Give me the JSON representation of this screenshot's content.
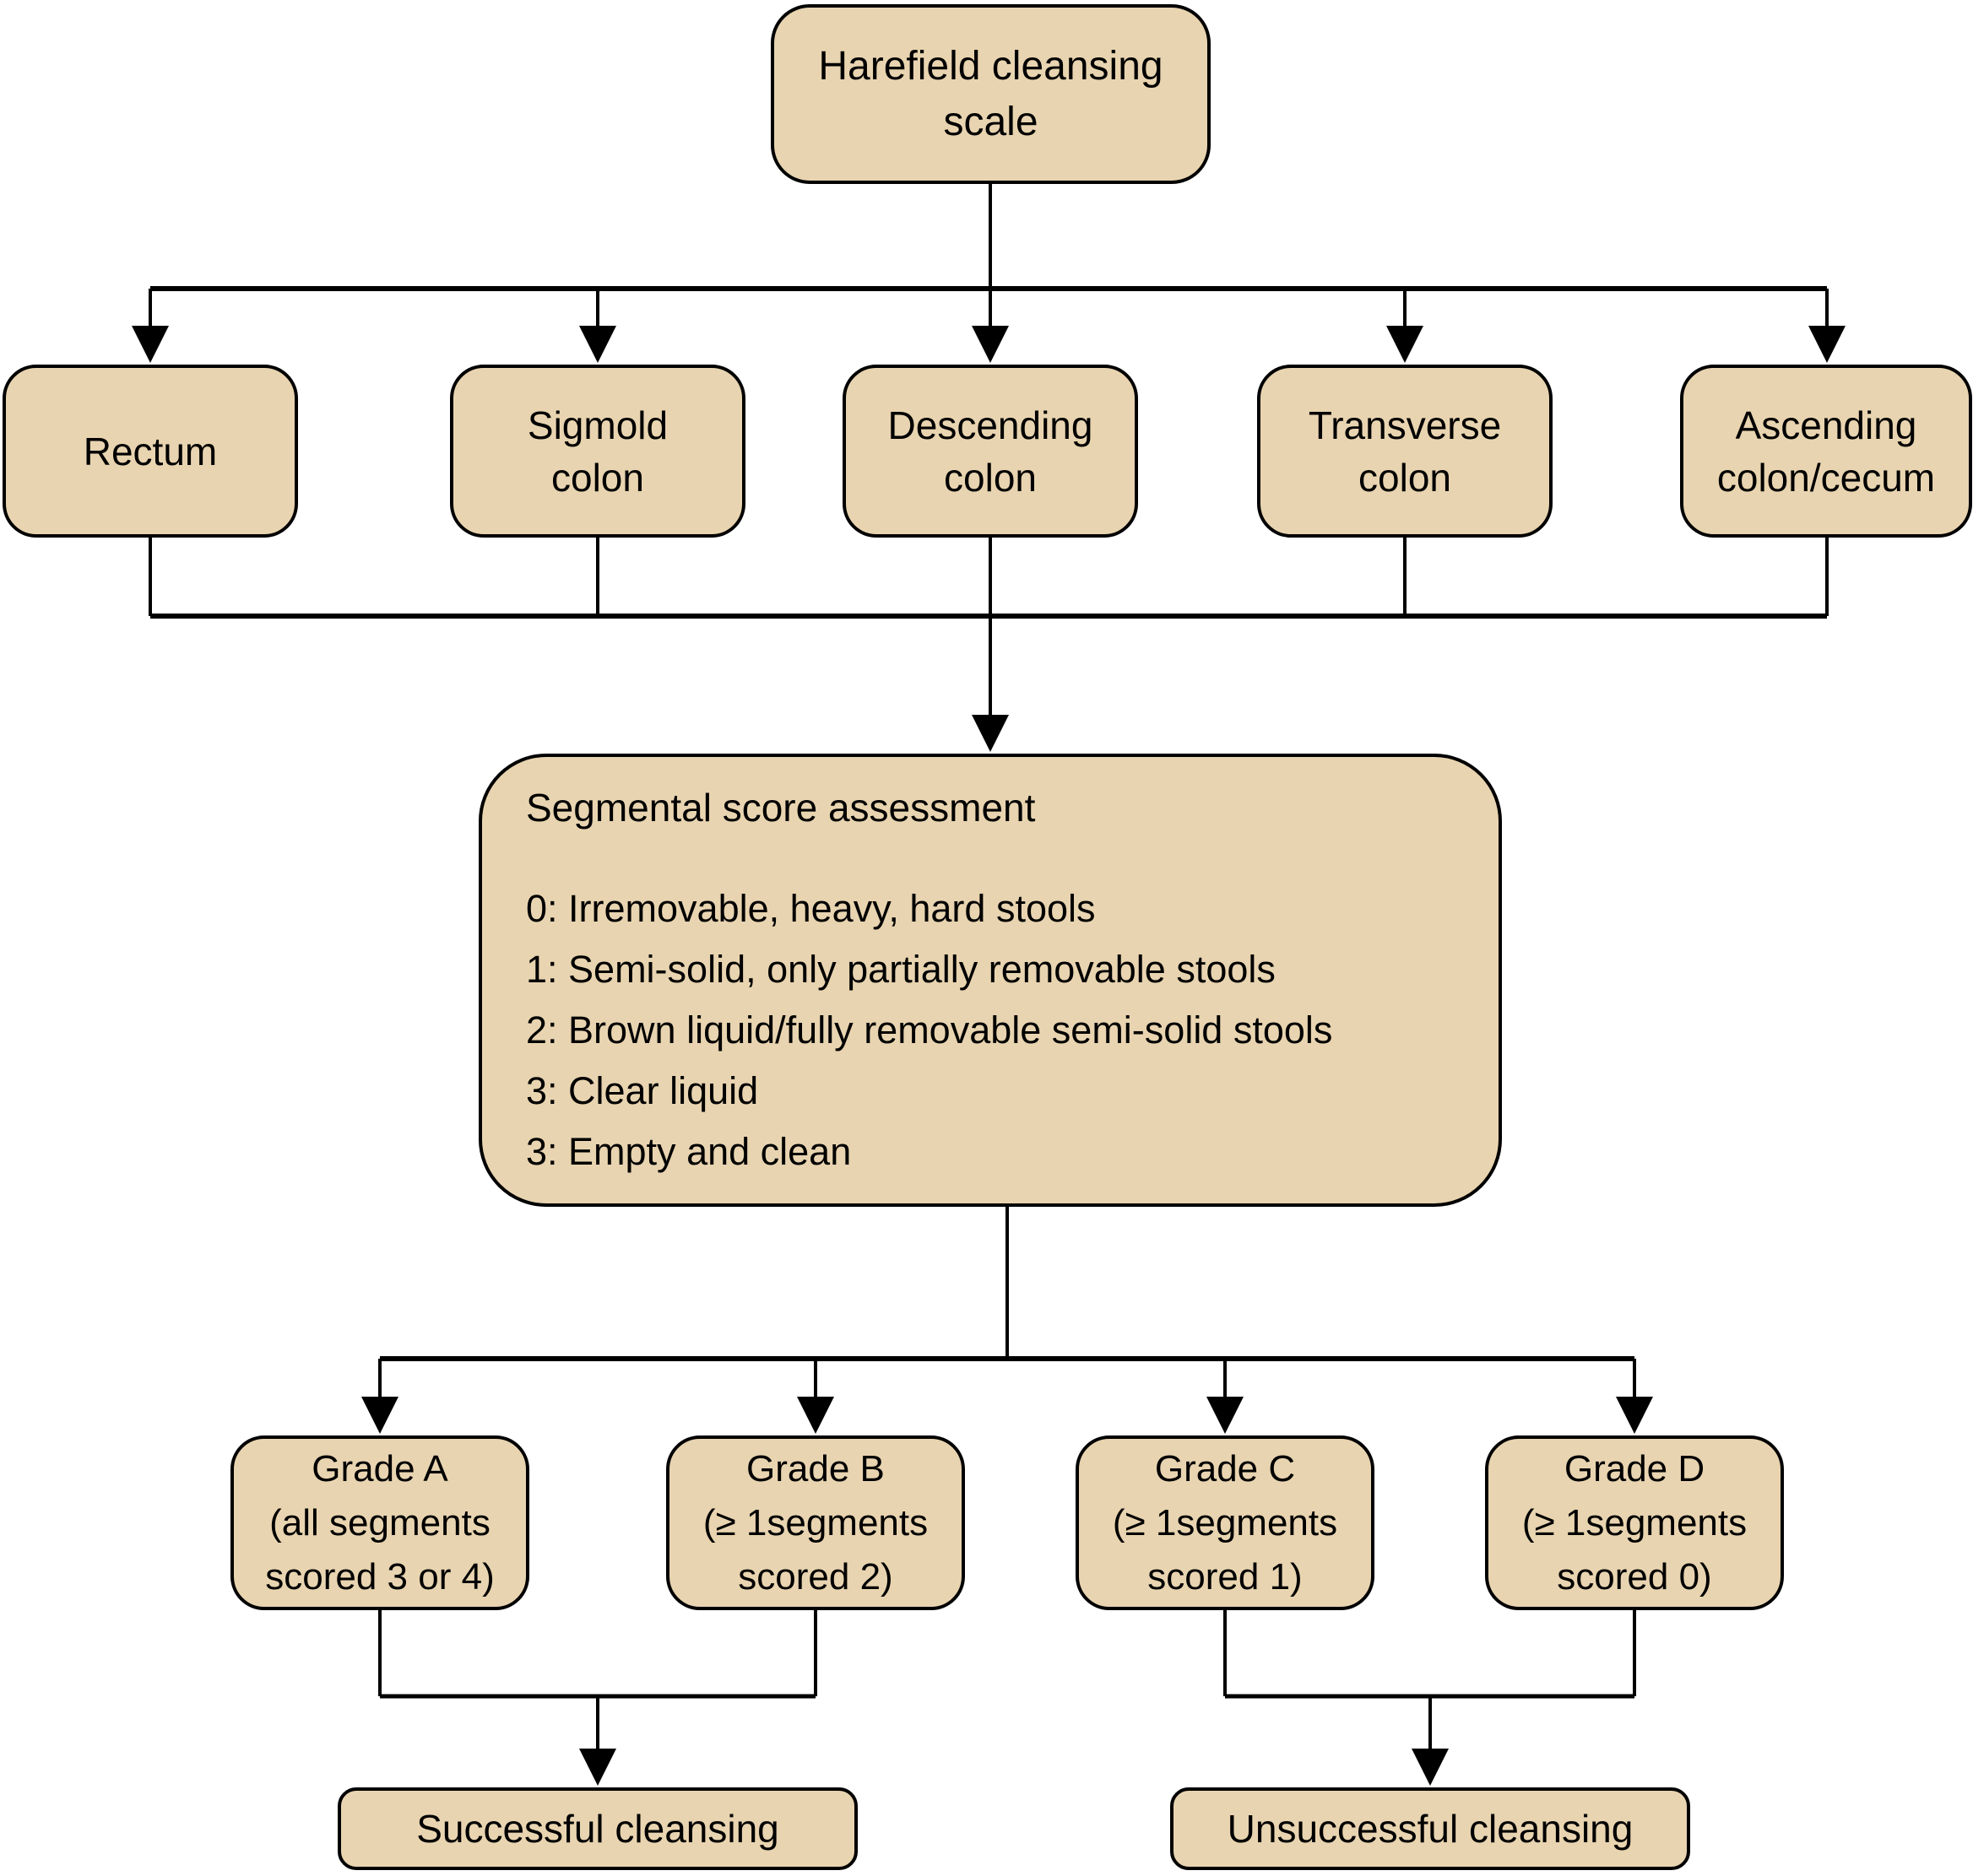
{
  "colors": {
    "node_fill": "#e8d4b0",
    "node_border": "#000000",
    "line": "#000000",
    "background": "#ffffff",
    "text": "#000000"
  },
  "root": {
    "label": "Harefield cleansing\nscale"
  },
  "segments": [
    {
      "label": "Rectum"
    },
    {
      "label": "Sigmold\ncolon"
    },
    {
      "label": "Descending\ncolon"
    },
    {
      "label": "Transverse\ncolon"
    },
    {
      "label": "Ascending\ncolon/cecum"
    }
  ],
  "assessment": {
    "title": "Segmental score assessment",
    "items": [
      "0: Irremovable, heavy, hard stools",
      "1: Semi-solid, only partially removable stools",
      "2: Brown liquid/fully removable semi-solid stools",
      "3: Clear liquid",
      "3: Empty and clean"
    ]
  },
  "grades": [
    {
      "label": "Grade A\n(all segments\nscored 3 or 4)"
    },
    {
      "label": "Grade B\n(≥ 1segments\nscored 2)"
    },
    {
      "label": "Grade C\n(≥ 1segments\nscored 1)"
    },
    {
      "label": "Grade D\n(≥ 1segments\nscored 0)"
    }
  ],
  "outcomes": [
    {
      "label": "Successful cleansing"
    },
    {
      "label": "Unsuccessful cleansing"
    }
  ]
}
